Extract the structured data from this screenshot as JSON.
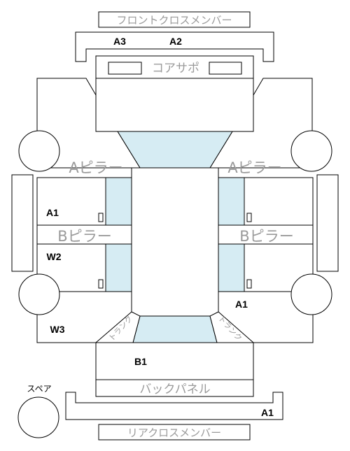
{
  "parts": {
    "front_cross_member": "フロントクロスメンバー",
    "core_support": "コアサポ",
    "a_pillar_left": "Aピラー",
    "a_pillar_right": "Aピラー",
    "b_pillar_left": "Bピラー",
    "b_pillar_right": "Bピラー",
    "trunk_left": "トランク",
    "trunk_right": "トランク",
    "back_panel": "バックパネル",
    "rear_cross_member": "リアクロスメンバー",
    "spare": "スペア"
  },
  "codes": {
    "a3": "A3",
    "a2": "A2",
    "a1_left": "A1",
    "w2": "W2",
    "w3": "W3",
    "a1_right": "A1",
    "b1": "B1",
    "a1_rear": "A1"
  },
  "colors": {
    "glass": "#d6ecf3",
    "label_gray": "#9a9a9a"
  }
}
